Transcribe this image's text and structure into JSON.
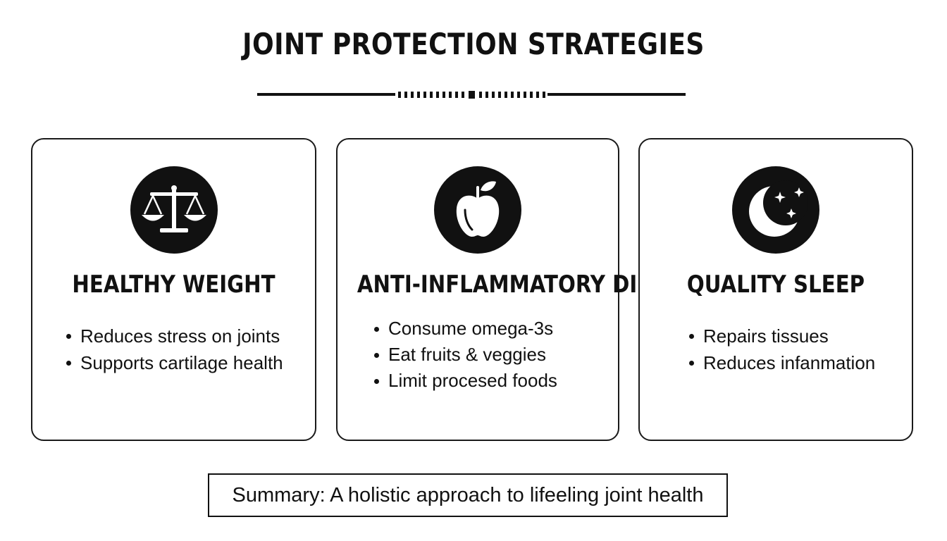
{
  "title": "JOINT PROTECTION STRATEGIES",
  "cards": [
    {
      "icon": "scale-icon",
      "title": "HEALTHY WEIGHT",
      "bullets": [
        "Reduces stress on joints",
        "Supports cartilage health"
      ]
    },
    {
      "icon": "apple-icon",
      "title": "ANTI-INFLAMMATORY DIET",
      "bullets": [
        "Consume omega-3s",
        "Eat fruits & veggies",
        "Limit procesed foods"
      ]
    },
    {
      "icon": "moon-stars-icon",
      "title": "QUALITY SLEEP",
      "bullets": [
        "Repairs tissues",
        "Reduces infanmation"
      ]
    }
  ],
  "summary": "Summary: A holistic approach to lifeeling joint health",
  "colors": {
    "ink": "#111111",
    "background": "#ffffff"
  }
}
